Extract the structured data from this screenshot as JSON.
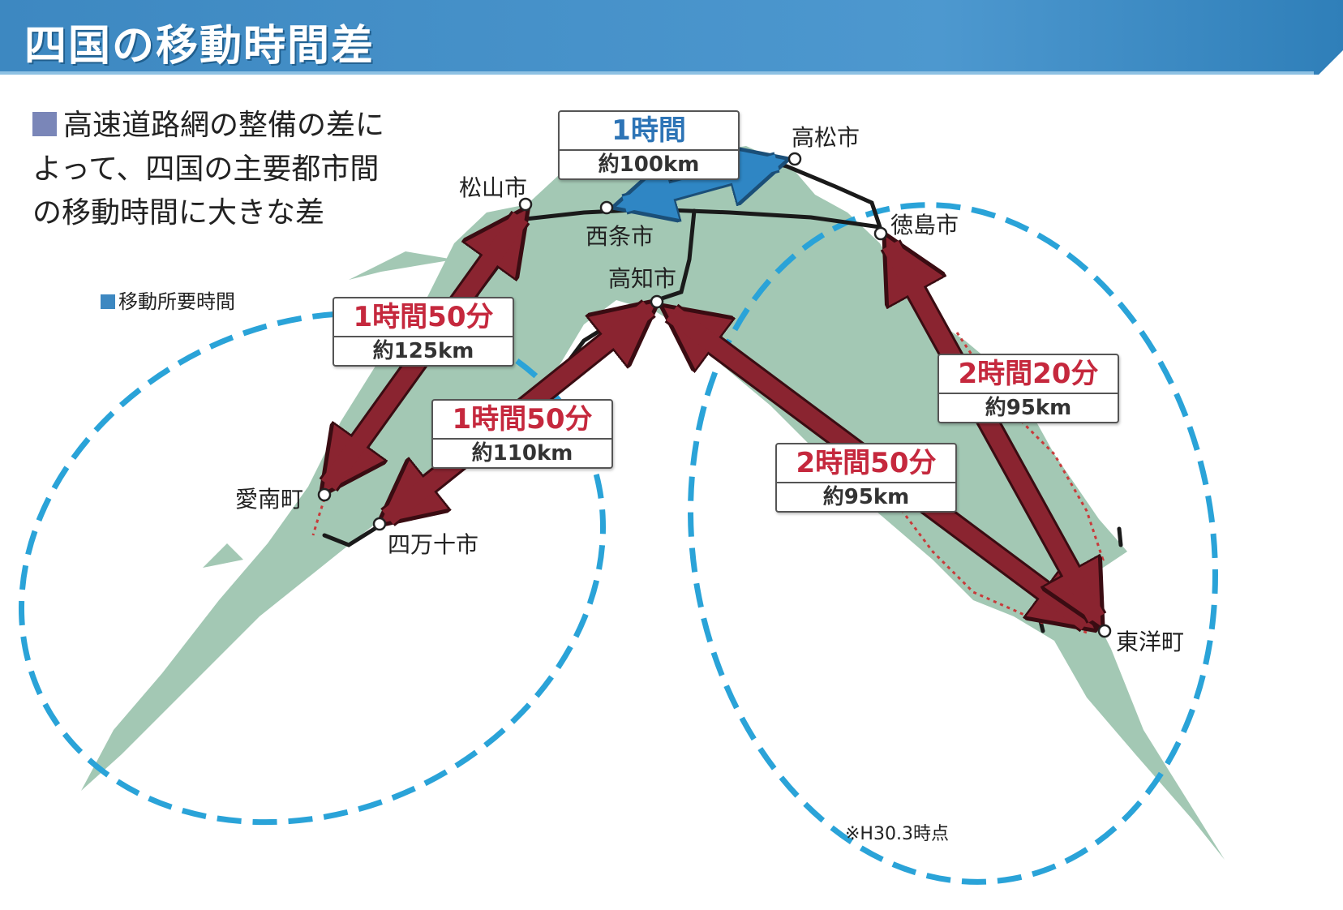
{
  "header": {
    "title": "四国の移動時間差"
  },
  "note": {
    "line1": "高速道路網の整備の差に",
    "line2": "よって、四国の主要都市間",
    "line3": "の移動時間に大きな差"
  },
  "legend": {
    "label": "移動所要時間"
  },
  "cities": {
    "takamatsu": "高松市",
    "matsuyama": "松山市",
    "saijo": "西条市",
    "kochi": "高知市",
    "tokushima": "徳島市",
    "ainan": "愛南町",
    "shimanto": "四万十市",
    "toyo": "東洋町"
  },
  "routes": {
    "saijo_takamatsu": {
      "time": "1時間",
      "distance": "約100km"
    },
    "matsuyama_ainan": {
      "time": "1時間50分",
      "distance": "約125km"
    },
    "kochi_shimanto": {
      "time": "1時間50分",
      "distance": "約110km"
    },
    "kochi_toyo": {
      "time": "2時間50分",
      "distance": "約95km"
    },
    "tokushima_toyo": {
      "time": "2時間20分",
      "distance": "約95km"
    }
  },
  "source_note": "※H30.3時点",
  "colors": {
    "header": "#3d88c1",
    "land": "#a3c8b4",
    "arrow_red": "#8a2430",
    "arrow_blue": "#2f86c4",
    "circle": "#2aa3d8"
  }
}
